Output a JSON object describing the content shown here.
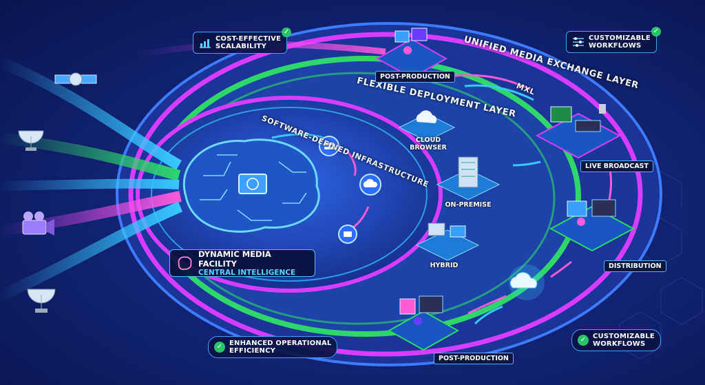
{
  "colors": {
    "magenta": "#d83cff",
    "green": "#2fd66a",
    "cyan": "#38c8ff",
    "blue": "#2e6cff",
    "navy": "#0a1450"
  },
  "layers": {
    "unified": "UNIFIED MEDIA EXCHANGE LAYER",
    "flexible": "FLEXIBLE DEPLOYMENT LAYER",
    "software": "SOFTWARE-DEFINED INFRASTRUCTURE",
    "mxl": "MXL"
  },
  "central": {
    "title": "DYNAMIC MEDIA FACILITY",
    "subtitle": "CENTRAL INTELLIGENCE",
    "icon": "brain-icon"
  },
  "deployment": [
    {
      "label": "CLOUD\nBROWSER",
      "icon": "cloud-icon"
    },
    {
      "label": "ON-PREMISE",
      "icon": "server-icon"
    },
    {
      "label": "HYBRID",
      "icon": "hybrid-icon"
    }
  ],
  "stations": {
    "post_top": "POST-PRODUCTION",
    "live": "LIVE BROADCAST",
    "distribution": "DISTRIBUTION",
    "post_bottom": "POST-PRODUCTION"
  },
  "callouts": {
    "cost": "COST-EFFECTIVE\nSCALABILITY",
    "custom_top": "CUSTOMIZABLE\nWORKFLOWS",
    "efficiency": "ENHANCED OPERATIONAL\nEFFICIENCY",
    "custom_bottom": "CUSTOMIZABLE\nWORKFLOWS"
  },
  "check_glyph": "✓",
  "sources": [
    "satellite-icon",
    "satellite-dish-icon",
    "camera-icon",
    "satellite-dish-icon"
  ]
}
